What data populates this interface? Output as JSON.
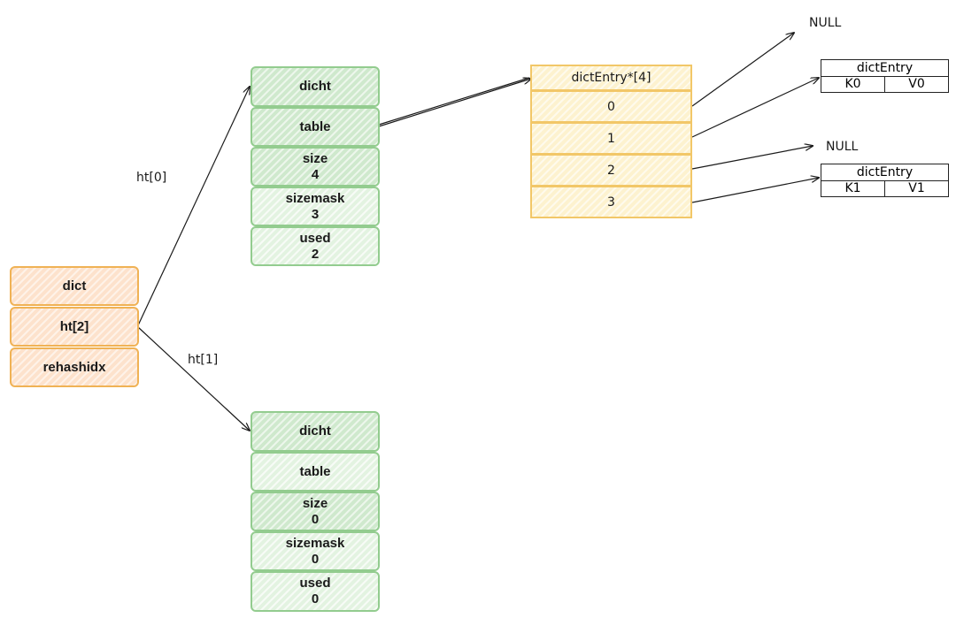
{
  "dict": {
    "fields": [
      "dict",
      "ht[2]",
      "rehashidx"
    ]
  },
  "edges": {
    "ht0_label": "ht[0]",
    "ht1_label": "ht[1]"
  },
  "ht0": {
    "dicht": "dicht",
    "table": "table",
    "size_label": "size",
    "size_value": "4",
    "sizemask_label": "sizemask",
    "sizemask_value": "3",
    "used_label": "used",
    "used_value": "2"
  },
  "ht1": {
    "dicht": "dicht",
    "table": "table",
    "size_label": "size",
    "size_value": "0",
    "sizemask_label": "sizemask",
    "sizemask_value": "0",
    "used_label": "used",
    "used_value": "0"
  },
  "array": {
    "header": "dictEntry*[4]",
    "slots": [
      "0",
      "1",
      "2",
      "3"
    ]
  },
  "targets": {
    "null_1": "NULL",
    "null_2": "NULL",
    "entry_a": {
      "title": "dictEntry",
      "key": "K0",
      "value": "V0"
    },
    "entry_b": {
      "title": "dictEntry",
      "key": "K1",
      "value": "V1"
    }
  },
  "colors": {
    "dict_fill": "#fde2cc",
    "dict_border": "#f0b255",
    "dicht_fill": "#cfe9cd",
    "dicht_border": "#93cc8f",
    "array_fill": "#fdf2cf",
    "array_border": "#f2c768",
    "arrow": "#1a1a1a"
  }
}
